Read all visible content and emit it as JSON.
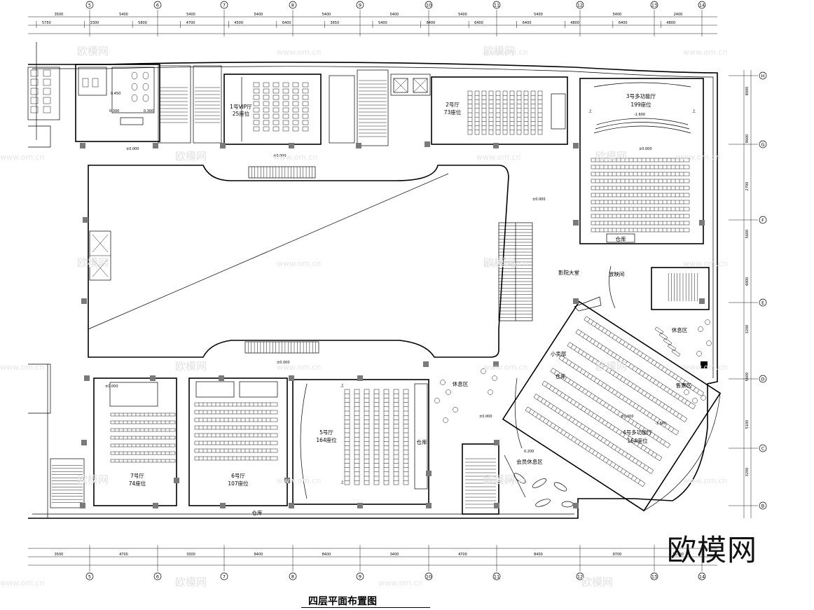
{
  "drawing_title": "四层平面布置图",
  "logo_text": "欧模网",
  "watermark": {
    "url": "www.om.cn",
    "brand": "欧模网"
  },
  "axes_vertical": [
    "5",
    "6",
    "7",
    "8",
    "9",
    "10",
    "11",
    "12",
    "13",
    "14"
  ],
  "axes_horizontal": [
    "H",
    "G",
    "F",
    "E",
    "D",
    "C",
    "B"
  ],
  "dims_top_row1": [
    "3500",
    "5400",
    "5400",
    "5400",
    "5400",
    "5400",
    "5400",
    "5400",
    "5400",
    "2400"
  ],
  "dims_top_row2": [
    "5750",
    "3300",
    "5800",
    "4700",
    "4500",
    "6400",
    "3650",
    "5400",
    "6400",
    "6400",
    "6400",
    "4800",
    "6400",
    "4800"
  ],
  "dims_bottom_row1": [
    "3500",
    "4700",
    "3300",
    "8400",
    "8400",
    "3400",
    "4700",
    "8400",
    "9700",
    "15300"
  ],
  "dims_right": [
    "8000",
    "9600",
    "2700",
    "5600",
    "4800",
    "3200",
    "5600",
    "5100",
    "3200"
  ],
  "rooms": {
    "vip": {
      "name": "1号VIP厅",
      "seats": "25座位"
    },
    "h2": {
      "name": "2号厅",
      "seats": "73座位"
    },
    "h3": {
      "name": "3号多功能厅",
      "seats": "199座位"
    },
    "h4": {
      "name": "4号多功能厅",
      "seats": "164座位"
    },
    "h5": {
      "name": "5号厅",
      "seats": "164座位"
    },
    "h6": {
      "name": "6号厅",
      "seats": "107座位"
    },
    "h7": {
      "name": "7号厅",
      "seats": "74座位"
    }
  },
  "labels": {
    "warehouse_bottom": "仓库",
    "warehouse_h3": "仓库",
    "warehouse_h5": "仓库",
    "warehouse_h4": "仓库",
    "lobby": "影院大堂",
    "lounge_right": "休息区",
    "lounge_center": "休息区",
    "vip_lounge": "会员休息区",
    "snack": "小卖部",
    "ticket": "售票区",
    "projection": "放映间",
    "up": "上",
    "lvl_0": "±0.000",
    "lvl_neg": "-1.600",
    "lvl_450": "0.450",
    "lvl_300": "0.300",
    "lvl_200": "0.200"
  }
}
